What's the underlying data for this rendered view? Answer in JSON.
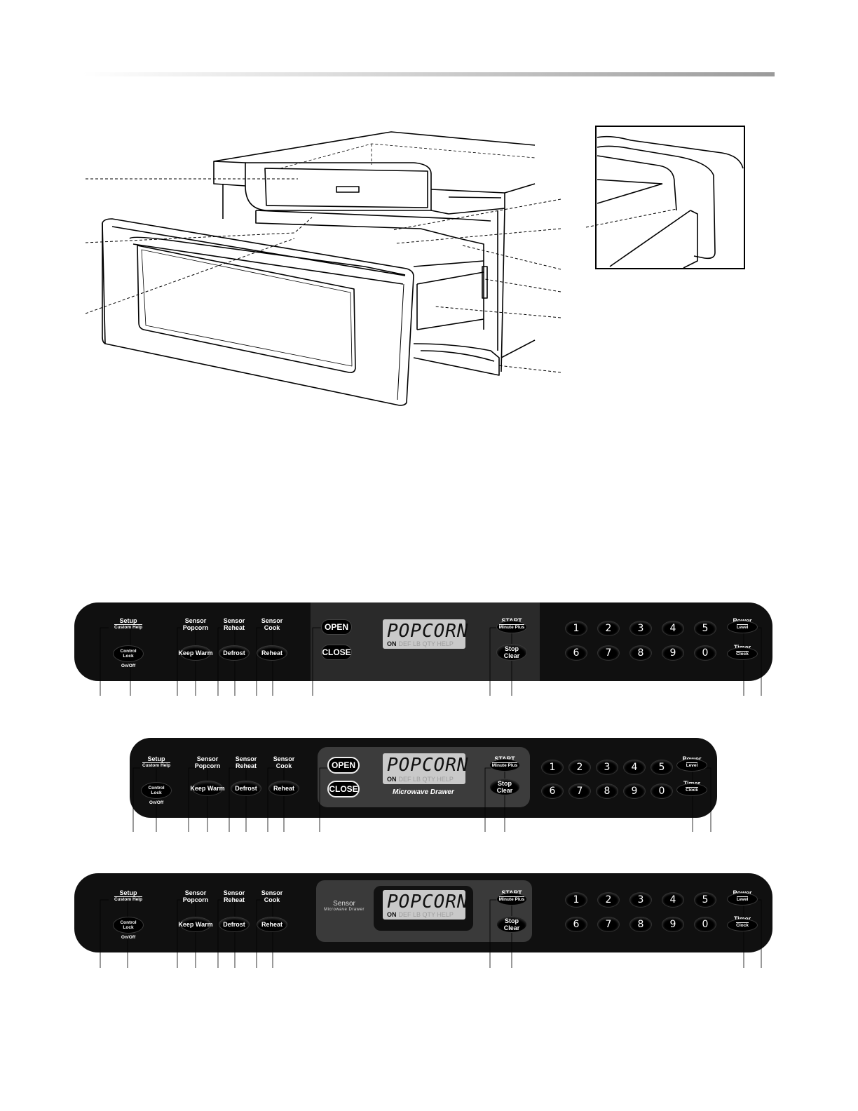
{
  "panels": {
    "labels": {
      "setup": "Setup",
      "custom_help": "Custom Help",
      "control_lock": "Control\nLock",
      "on_off": "On/Off",
      "sensor_popcorn_1": "Sensor",
      "sensor_popcorn_2": "Popcorn",
      "sensor_reheat_1": "Sensor",
      "sensor_reheat_2": "Reheat",
      "sensor_cook_1": "Sensor",
      "sensor_cook_2": "Cook",
      "keep_warm": "Keep Warm",
      "defrost": "Defrost",
      "reheat": "Reheat",
      "open": "OPEN",
      "close": "CLOSE",
      "start": "START",
      "minute_plus": "Minute Plus",
      "stop": "Stop",
      "clear": "Clear",
      "power": "Power",
      "level": "Level",
      "timer": "Timer",
      "clock": "Clock"
    },
    "display": {
      "text": "POPCORN",
      "on": "ON",
      "indicators": "DEF LB QTY HELP"
    },
    "digits": [
      "1",
      "2",
      "3",
      "4",
      "5",
      "6",
      "7",
      "8",
      "9",
      "0"
    ],
    "panel2_caption": "Microwave Drawer",
    "panel3_sensor": "Sensor",
    "panel3_caption": "Microwave Drawer"
  }
}
